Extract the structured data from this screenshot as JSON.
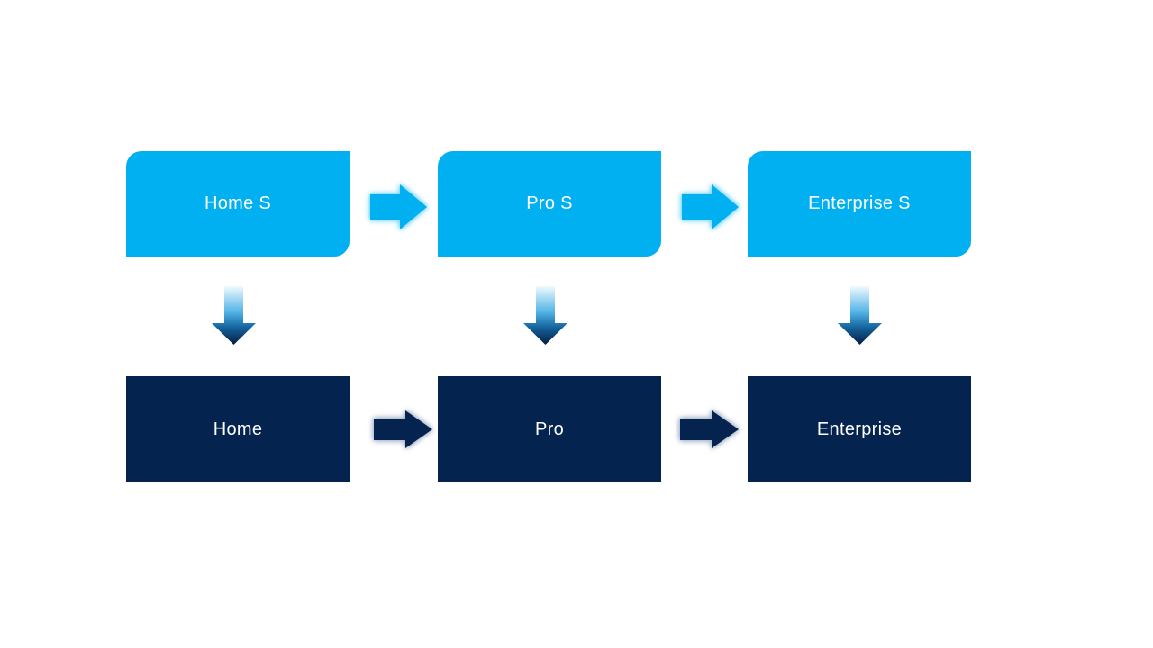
{
  "diagram": {
    "type": "flow",
    "columns": [
      {
        "top": {
          "label": "Home S"
        },
        "bottom": {
          "label": "Home"
        }
      },
      {
        "top": {
          "label": "Pro S"
        },
        "bottom": {
          "label": "Pro"
        }
      },
      {
        "top": {
          "label": "Enterprise S"
        },
        "bottom": {
          "label": "Enterprise"
        }
      }
    ],
    "connectors": {
      "horizontal": "right-arrow",
      "vertical": "down-arrow"
    }
  },
  "colors": {
    "background": "#ffffff",
    "top_box_fill": "#00b0f0",
    "bottom_box_fill": "#04234f",
    "box_text": "#ffffff",
    "top_arrow_fill": "#00b0f0",
    "top_arrow_glow": "#7fd8f9",
    "bottom_arrow_fill": "#04234f",
    "bottom_arrow_glow": "#a9b6cc",
    "down_arrow_g1": "#f0fafe",
    "down_arrow_g2": "#4fb2e5",
    "down_arrow_g3": "#15659f",
    "down_arrow_g4": "#041c40"
  }
}
